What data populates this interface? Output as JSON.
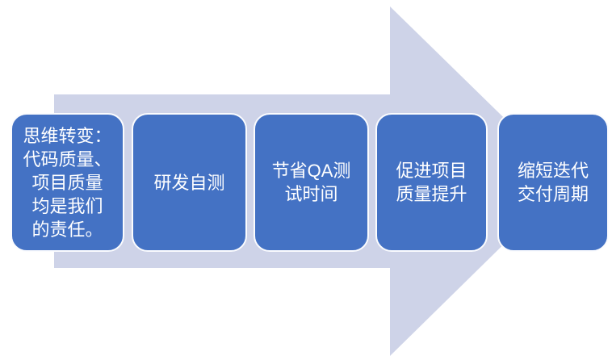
{
  "diagram": {
    "type": "process-arrow",
    "direction": "right",
    "colors": {
      "box_fill": "#4472c4",
      "box_border": "#fbfcfe",
      "arrow_fill": "#ced3e8",
      "text": "#ffffff",
      "background": "#ffffff"
    },
    "steps": [
      {
        "text": "思维转变：代码质量、项目质量均是我们的责任。",
        "lines": [
          "思维转变：",
          "代码质量、",
          "项目质量",
          "均是我们",
          "的责任。"
        ]
      },
      {
        "text": "研发自测",
        "lines": [
          "研发自测"
        ]
      },
      {
        "text": "节省QA测试时间",
        "lines": [
          "节省QA测",
          "试时间"
        ]
      },
      {
        "text": "促进项目质量提升",
        "lines": [
          "促进项目",
          "质量提升"
        ]
      },
      {
        "text": "缩短迭代交付周期",
        "lines": [
          "缩短迭代",
          "交付周期"
        ]
      }
    ]
  }
}
